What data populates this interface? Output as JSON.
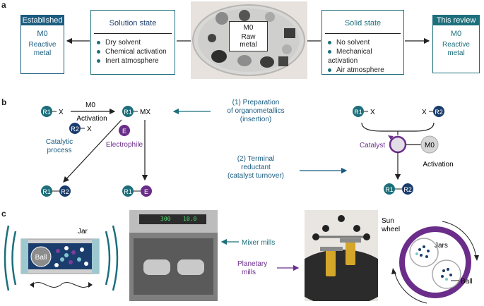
{
  "panel_a": {
    "label": "a",
    "established": {
      "title": "Established",
      "metal": "M0",
      "reactive": "Reactive",
      "metal_word": "metal"
    },
    "solution": {
      "title": "Solution state",
      "items": [
        "Dry solvent",
        "Chemical activation",
        "Inert atmosphere"
      ]
    },
    "raw": {
      "metal": "M0",
      "line1": "Raw",
      "line2": "metal"
    },
    "solid": {
      "title": "Solid state",
      "items": [
        "No solvent",
        "Mechanical activation",
        "Air atmosphere"
      ]
    },
    "review": {
      "title": "This review",
      "metal": "M0",
      "reactive": "Reactive",
      "metal_word": "metal"
    },
    "colors": {
      "teal": "#1c6f7b",
      "navy": "#1b3d6d",
      "blue": "#1b5c80"
    }
  },
  "panel_b": {
    "label": "b",
    "r1": "R1",
    "r2": "R2",
    "e": "E",
    "x": "X",
    "mx": "MX",
    "m0": "M0",
    "activation": "Activation",
    "catalytic_process": [
      "Catalytic",
      "process"
    ],
    "electrophile": "Electrophile",
    "prep": [
      "(1) Preparation",
      "of organometallics",
      "(insertion)"
    ],
    "terminal": [
      "(2) Terminal",
      "reductant",
      "(catalyst turnover)"
    ],
    "catalyst": "Catalyst",
    "activation2": "Activation",
    "colors": {
      "r1": "#1c6f7b",
      "r2": "#1b3d6d",
      "e": "#6b2d8a",
      "arrow": "#1c6f7b",
      "purple": "#6b2d8a"
    }
  },
  "panel_c": {
    "label": "c",
    "jar": "Jar",
    "ball": "Ball",
    "mixer_mills": "Mixer mills",
    "planetary": [
      "Planetary",
      "mills"
    ],
    "sun_wheel": [
      "Sun",
      "wheel"
    ],
    "jars": "Jars",
    "ball2": "Ball",
    "display_left": "300",
    "display_right": "10.0",
    "colors": {
      "teal": "#1c6f7b",
      "purple": "#6b2d8a"
    }
  }
}
